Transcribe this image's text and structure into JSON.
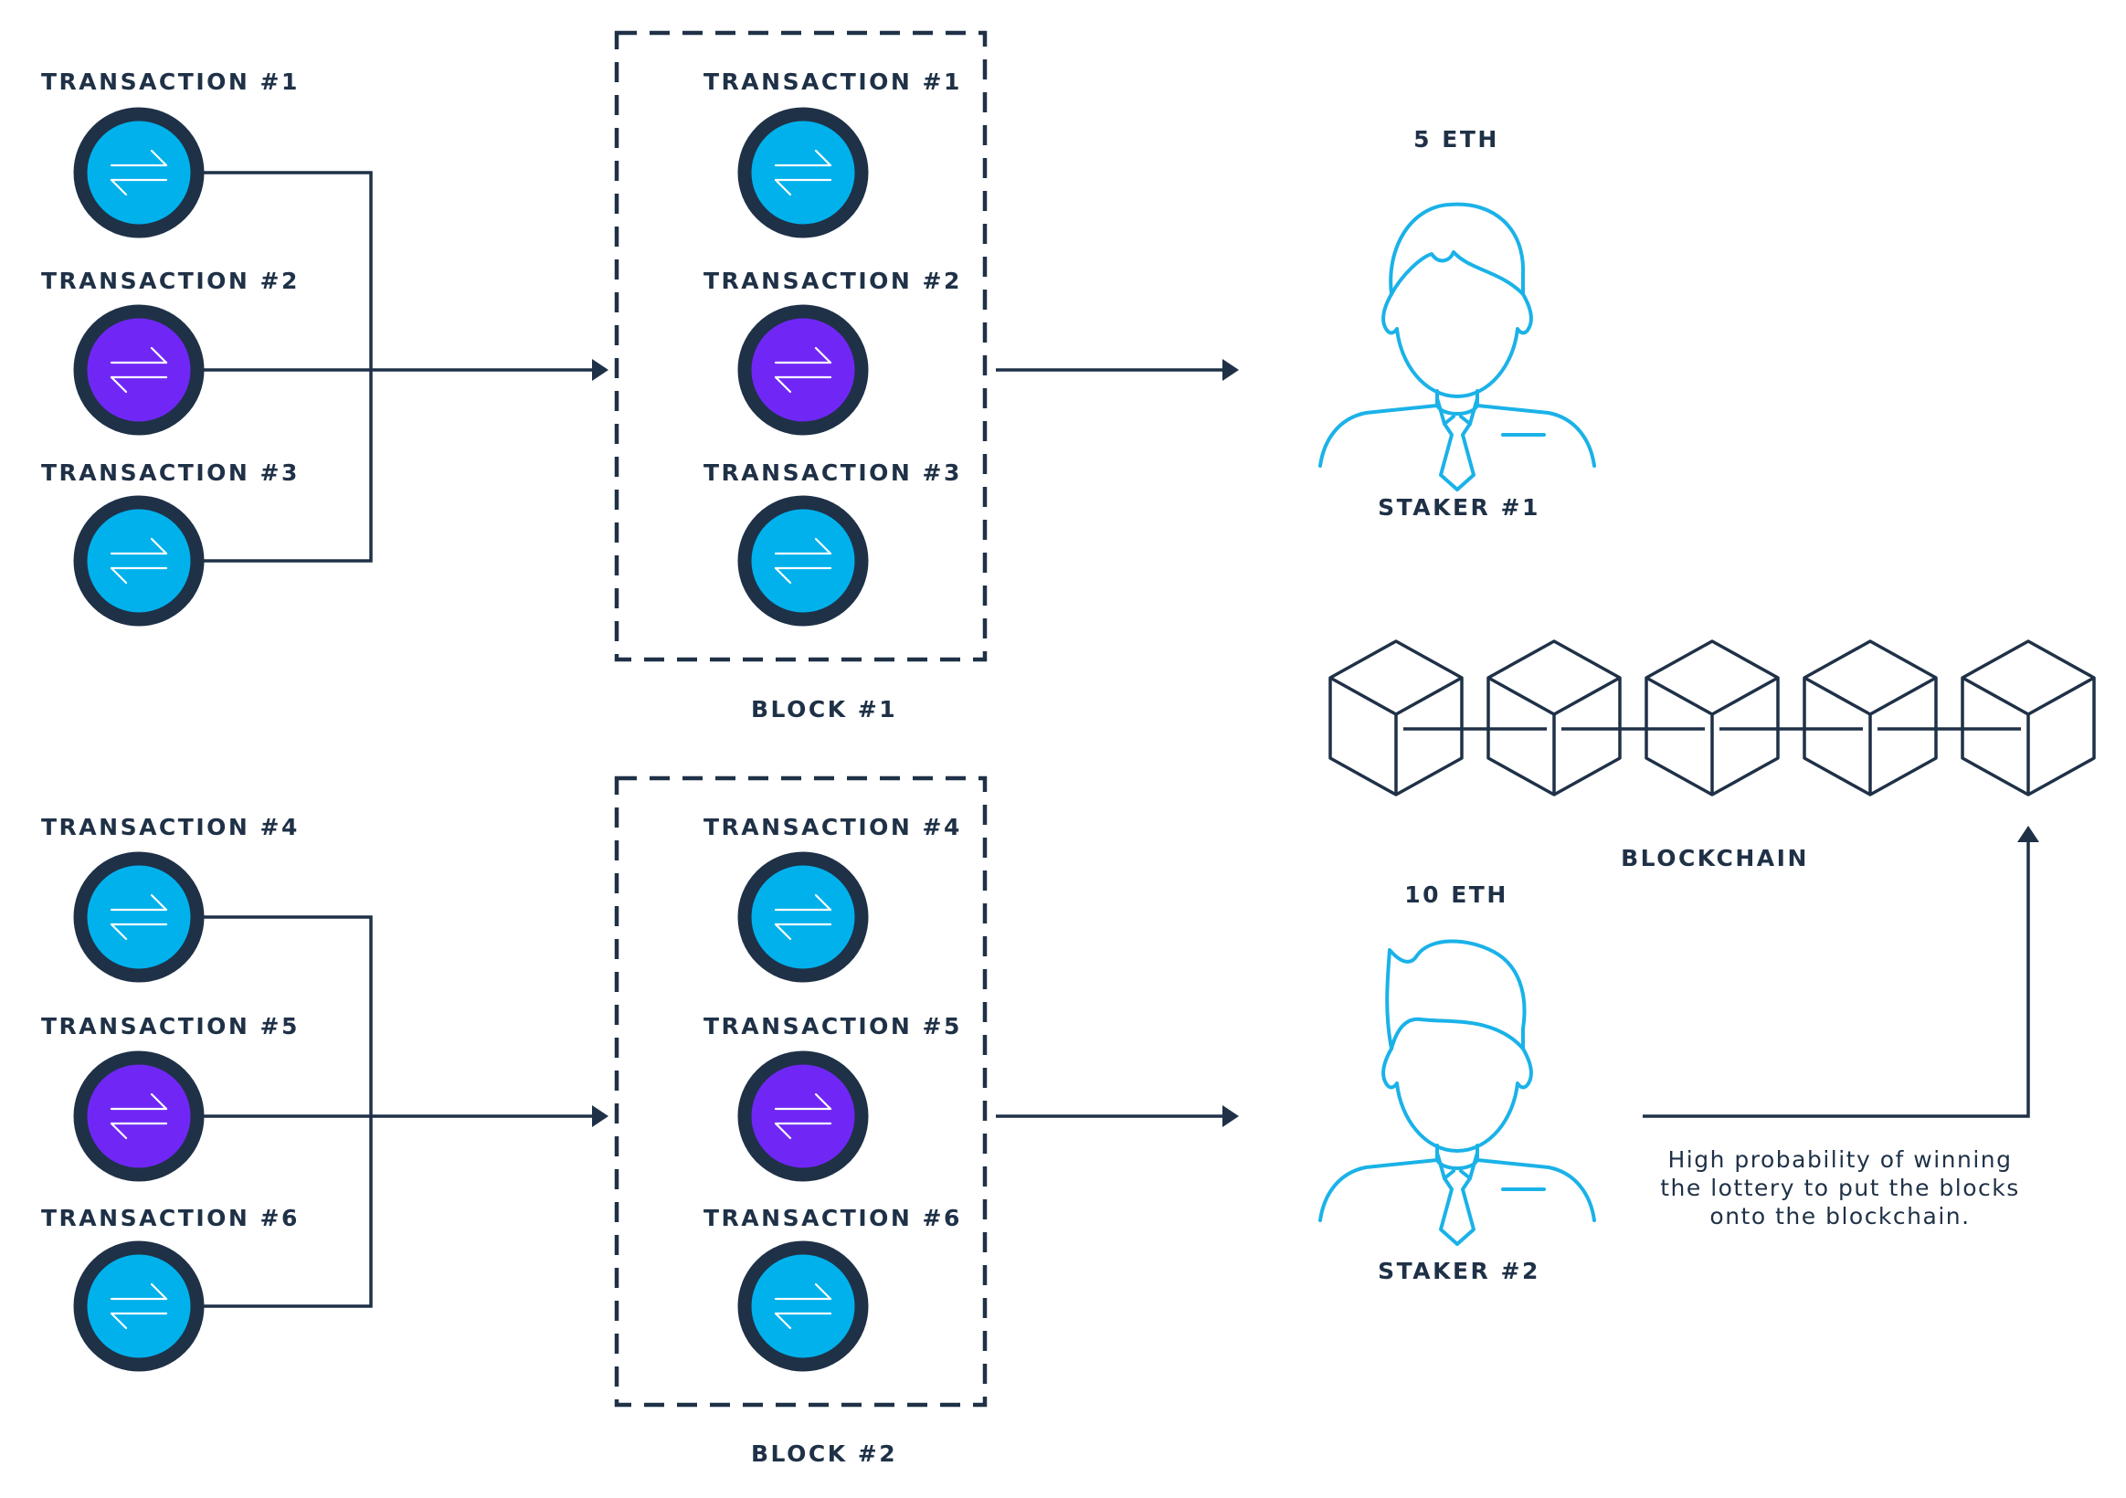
{
  "colors": {
    "navy": "#1f3147",
    "cyan": "#00b1ec",
    "purple": "#7027f5",
    "staker_line": "#1ab2e8"
  },
  "input_transactions": [
    {
      "label": "TRANSACTION #1",
      "color": "cyan"
    },
    {
      "label": "TRANSACTION #2",
      "color": "purple"
    },
    {
      "label": "TRANSACTION #3",
      "color": "cyan"
    },
    {
      "label": "TRANSACTION #4",
      "color": "cyan"
    },
    {
      "label": "TRANSACTION #5",
      "color": "purple"
    },
    {
      "label": "TRANSACTION #6",
      "color": "cyan"
    }
  ],
  "blocks": [
    {
      "label": "BLOCK #1",
      "transactions": [
        {
          "label": "TRANSACTION #1",
          "color": "cyan"
        },
        {
          "label": "TRANSACTION #2",
          "color": "purple"
        },
        {
          "label": "TRANSACTION #3",
          "color": "cyan"
        }
      ]
    },
    {
      "label": "BLOCK #2",
      "transactions": [
        {
          "label": "TRANSACTION #4",
          "color": "cyan"
        },
        {
          "label": "TRANSACTION #5",
          "color": "purple"
        },
        {
          "label": "TRANSACTION #6",
          "color": "cyan"
        }
      ]
    }
  ],
  "stakers": [
    {
      "label": "STAKER #1",
      "stake": "5 ETH",
      "icon": "person-icon"
    },
    {
      "label": "STAKER #2",
      "stake": "10 ETH",
      "icon": "person-icon"
    }
  ],
  "blockchain": {
    "label": "BLOCKCHAIN",
    "cube_count": 5,
    "icon": "cube-icon"
  },
  "note": {
    "lines": [
      "High probability of winning",
      "the lottery to put the blocks",
      "onto the blockchain."
    ]
  },
  "icons": {
    "transaction": "exchange-arrows-icon"
  }
}
